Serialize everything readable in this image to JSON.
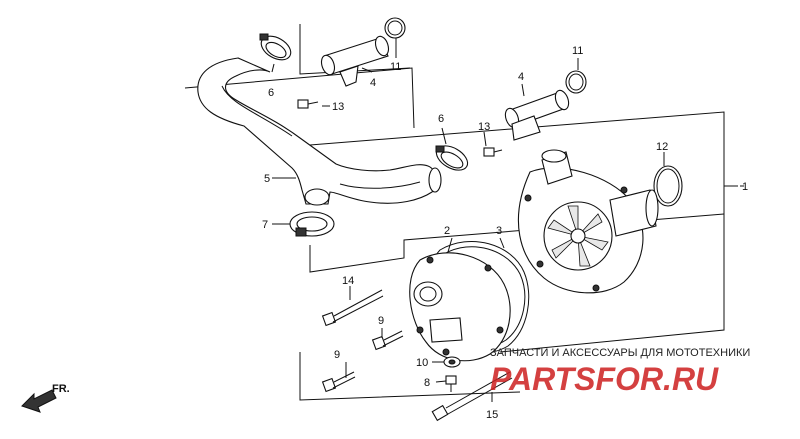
{
  "callouts": {
    "c1": "1",
    "c2": "2",
    "c3": "3",
    "c4a": "4",
    "c4b": "4",
    "c5": "5",
    "c6a": "6",
    "c6b": "6",
    "c7": "7",
    "c8": "8",
    "c9a": "9",
    "c9b": "9",
    "c10": "10",
    "c11a": "11",
    "c11b": "11",
    "c12": "12",
    "c13a": "13",
    "c13b": "13",
    "c14": "14",
    "c15": "15"
  },
  "direction_label": "FR.",
  "watermark": {
    "subtitle": "ЗАПЧАСТИ И АКСЕССУАРЫ ДЛЯ МОТОТЕХНИКИ",
    "brand": "PARTSFOR.RU",
    "brand_color": "#cc1f1f"
  }
}
